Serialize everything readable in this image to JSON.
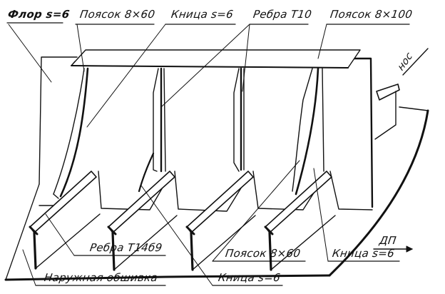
{
  "diagram": {
    "description": "Isometric sketch of ship bottom framing: floors with face bars, brackets and stiffeners on outer shell plating",
    "stroke_color": "#111111",
    "background": "#ffffff"
  },
  "labels": {
    "top": [
      {
        "text": "Флор s=6",
        "meaning": "Floor, thickness 6"
      },
      {
        "text": "Поясок 8×60",
        "meaning": "Face bar 8×60"
      },
      {
        "text": "Кница s=6",
        "meaning": "Bracket, thickness 6"
      },
      {
        "text": "Ребра Т10",
        "meaning": "Stiffeners T10"
      },
      {
        "text": "Поясок 8×100",
        "meaning": "Face bar 8×100"
      }
    ],
    "bottom": [
      {
        "text": "Ребра Т14б9",
        "meaning": "Stiffeners T14b9"
      },
      {
        "text": "Наружная обшивка",
        "meaning": "Outer shell plating"
      },
      {
        "text": "Кница s=6",
        "meaning": "Bracket, thickness 6"
      },
      {
        "text": "Поясок 8×60",
        "meaning": "Face bar 8×60"
      },
      {
        "text": "Кница s=6",
        "meaning": "Bracket, thickness 6"
      }
    ],
    "direction": [
      {
        "text": "нос",
        "meaning": "bow"
      },
      {
        "text": "ДП",
        "meaning": "centerline plane"
      }
    ]
  }
}
